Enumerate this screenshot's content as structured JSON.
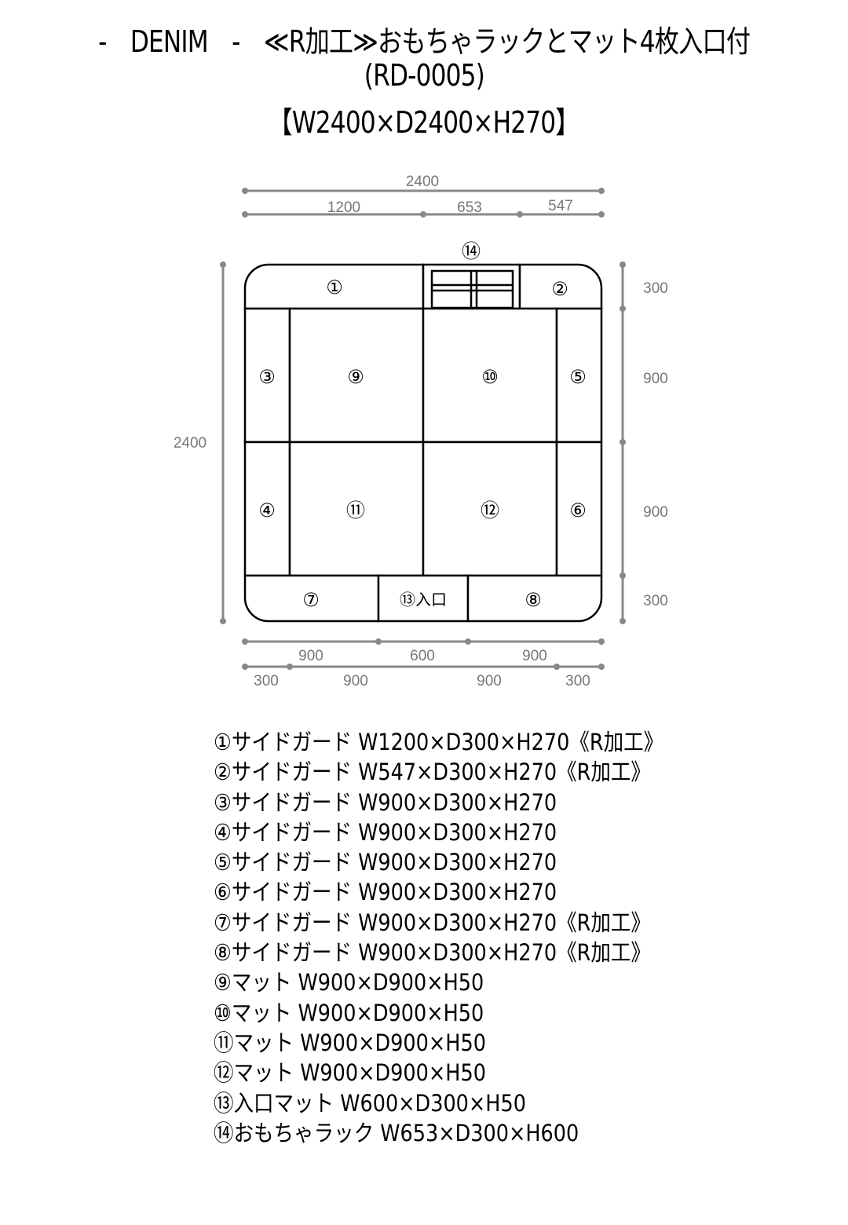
{
  "title": {
    "line1": "-　DENIM　-　≪R加工≫おもちゃラックとマット4枚入口付",
    "line2": "(RD-0005)",
    "line3": "【W2400×D2400×H270】"
  },
  "diagram": {
    "parts": {
      "p1": "①",
      "p2": "②",
      "p3": "③",
      "p4": "④",
      "p5": "⑤",
      "p6": "⑥",
      "p7": "⑦",
      "p8": "⑧",
      "p9": "⑨",
      "p10": "⑩",
      "p11": "⑪",
      "p12": "⑫",
      "p13": "⑬入口",
      "p14": "⑭"
    },
    "dimensions": {
      "top_total": "2400",
      "top": [
        "1200",
        "653",
        "547"
      ],
      "left_total": "2400",
      "right": [
        "300",
        "900",
        "900",
        "300"
      ],
      "bottom1": [
        "900",
        "600",
        "900"
      ],
      "bottom2": [
        "300",
        "900",
        "900",
        "300"
      ]
    }
  },
  "parts_list": [
    "①サイドガード W1200×D300×H270《R加工》",
    "②サイドガード W547×D300×H270《R加工》",
    "③サイドガード W900×D300×H270",
    "④サイドガード W900×D300×H270",
    "⑤サイドガード W900×D300×H270",
    "⑥サイドガード W900×D300×H270",
    "⑦サイドガード W900×D300×H270《R加工》",
    "⑧サイドガード W900×D300×H270《R加工》",
    "⑨マット W900×D900×H50",
    "⑩マット W900×D900×H50",
    "⑪マット W900×D900×H50",
    "⑫マット W900×D900×H50",
    "⑬入口マット W600×D300×H50",
    "⑭おもちゃラック W653×D300×H600"
  ]
}
